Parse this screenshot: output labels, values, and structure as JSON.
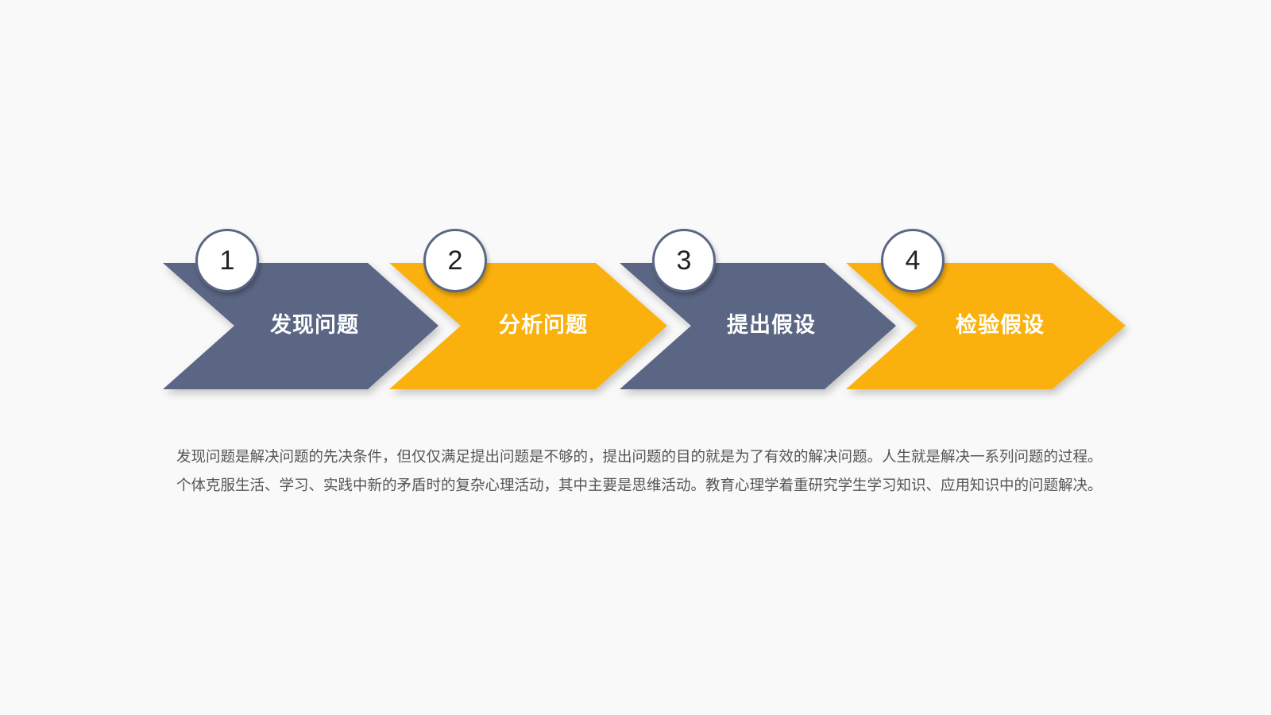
{
  "colors": {
    "background": "#f9f9f9",
    "slate": "#5a6683",
    "amber": "#fbb10f",
    "label_text": "#ffffff",
    "body_text": "#555555"
  },
  "steps": [
    {
      "number": "1",
      "label": "发现问题",
      "color": "#5a6683"
    },
    {
      "number": "2",
      "label": "分析问题",
      "color": "#fbb10f"
    },
    {
      "number": "3",
      "label": "提出假设",
      "color": "#5a6683"
    },
    {
      "number": "4",
      "label": "检验假设",
      "color": "#fbb10f"
    }
  ],
  "description": "发现问题是解决问题的先决条件，但仅仅满足提出问题是不够的，提出问题的目的就是为了有效的解决问题。人生就是解决一系列问题的过程。个体克服生活、学习、实践中新的矛盾时的复杂心理活动，其中主要是思维活动。教育心理学着重研究学生学习知识、应用知识中的问题解决。"
}
